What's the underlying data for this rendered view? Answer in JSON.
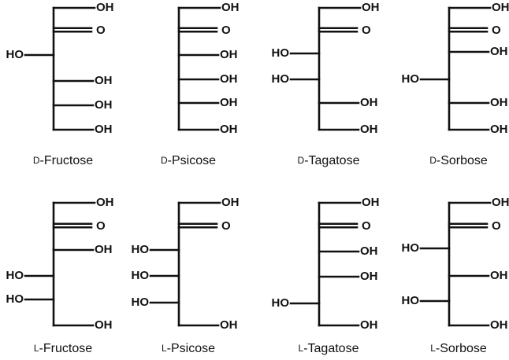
{
  "labels": {
    "hydroxyl": "OH",
    "hydroxyl_left": "HO",
    "carbonyl": "O"
  },
  "molecules": [
    {
      "prefix": "D",
      "name": "Fructose",
      "stereo": [
        "L",
        "R",
        "R"
      ]
    },
    {
      "prefix": "D",
      "name": "Psicose",
      "stereo": [
        "R",
        "R",
        "R"
      ]
    },
    {
      "prefix": "D",
      "name": "Tagatose",
      "stereo": [
        "L",
        "L",
        "R"
      ]
    },
    {
      "prefix": "D",
      "name": "Sorbose",
      "stereo": [
        "R",
        "L",
        "R"
      ]
    },
    {
      "prefix": "L",
      "name": "Fructose",
      "stereo": [
        "R",
        "L",
        "L"
      ]
    },
    {
      "prefix": "L",
      "name": "Psicose",
      "stereo": [
        "L",
        "L",
        "L"
      ]
    },
    {
      "prefix": "L",
      "name": "Tagatose",
      "stereo": [
        "R",
        "R",
        "L"
      ]
    },
    {
      "prefix": "L",
      "name": "Sorbose",
      "stereo": [
        "L",
        "R",
        "L"
      ]
    }
  ],
  "colors": {
    "ink": "#111111",
    "background": "#ffffff"
  }
}
